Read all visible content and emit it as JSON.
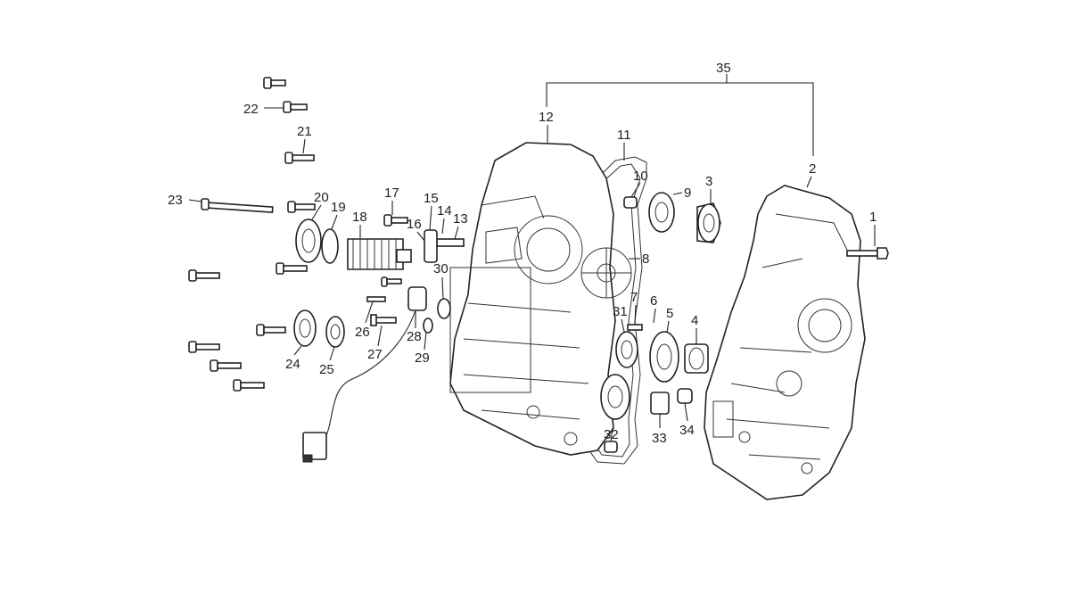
{
  "diagram": {
    "callouts": [
      "1",
      "2",
      "3",
      "4",
      "5",
      "6",
      "7",
      "8",
      "9",
      "10",
      "11",
      "12",
      "13",
      "14",
      "15",
      "16",
      "17",
      "18",
      "19",
      "20",
      "21",
      "22",
      "23",
      "24",
      "25",
      "26",
      "27",
      "28",
      "29",
      "30",
      "31",
      "32",
      "33",
      "34",
      "35"
    ]
  }
}
